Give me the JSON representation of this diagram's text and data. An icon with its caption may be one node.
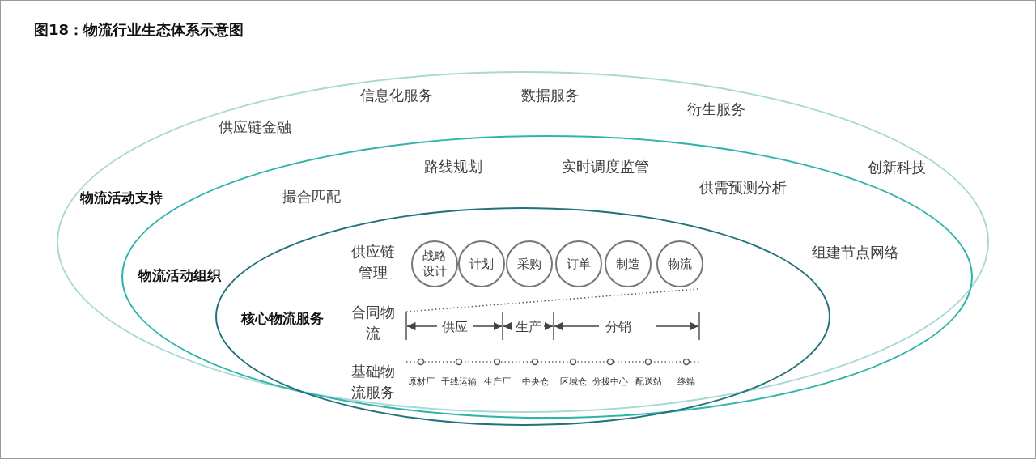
{
  "diagram": {
    "title": "图18：物流行业生态体系示意图",
    "nodes": [
      {
        "text": [
          "物流活动支持"
        ]
      },
      {
        "text": [
          "物流活动组织"
        ],
        "in": 0
      },
      {
        "text": [
          "核心物流服务",
          "供应链管理",
          "合同物流",
          "基础物流服务"
        ],
        "in": 1
      },
      {
        "text": [
          "战略设计"
        ],
        "in": 2
      },
      {
        "text": [
          "计划"
        ],
        "in": 2
      },
      {
        "text": [
          "采购"
        ],
        "in": 2
      },
      {
        "text": [
          "订单"
        ],
        "in": 2
      },
      {
        "text": [
          "制造"
        ],
        "in": 2
      },
      {
        "text": [
          "物流"
        ],
        "in": 2
      }
    ],
    "labels": [
      "供应链金融",
      "信息化服务",
      "数据服务",
      "衍生服务",
      "创新科技",
      "撮合匹配",
      "路线规划",
      "实时调度监管",
      "供需预测分析",
      "组建节点网络",
      "供应",
      "生产",
      "分销",
      "原材厂",
      "干线运输",
      "生产厂",
      "中央仓",
      "区域仓",
      "分拨中心",
      "配送站",
      "终端"
    ]
  }
}
